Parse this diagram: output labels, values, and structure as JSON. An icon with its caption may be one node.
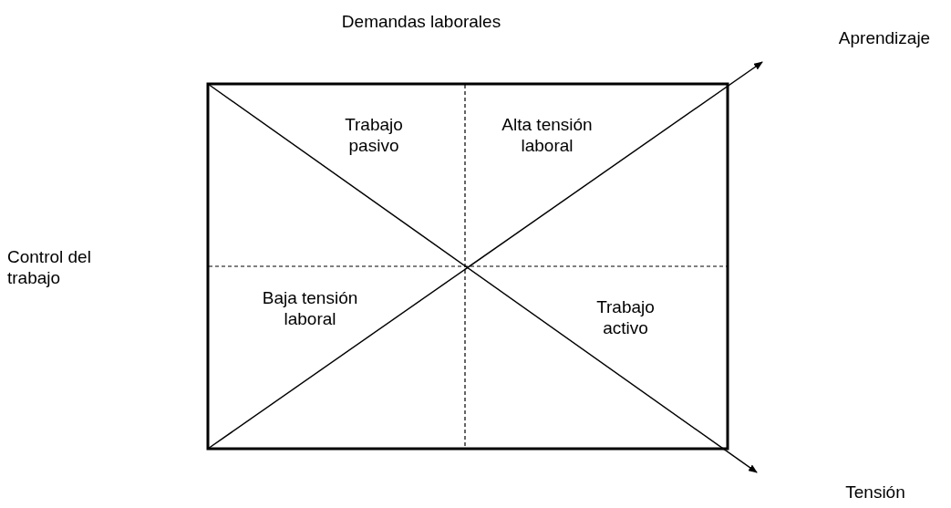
{
  "diagram": {
    "labels": [
      "Demandas laborales",
      "Aprendizaje",
      "Control del trabajo",
      "Trabajo pasivo",
      "Alta tensión laboral",
      "Baja tensión laboral",
      "Trabajo activo",
      "Tensión"
    ]
  }
}
